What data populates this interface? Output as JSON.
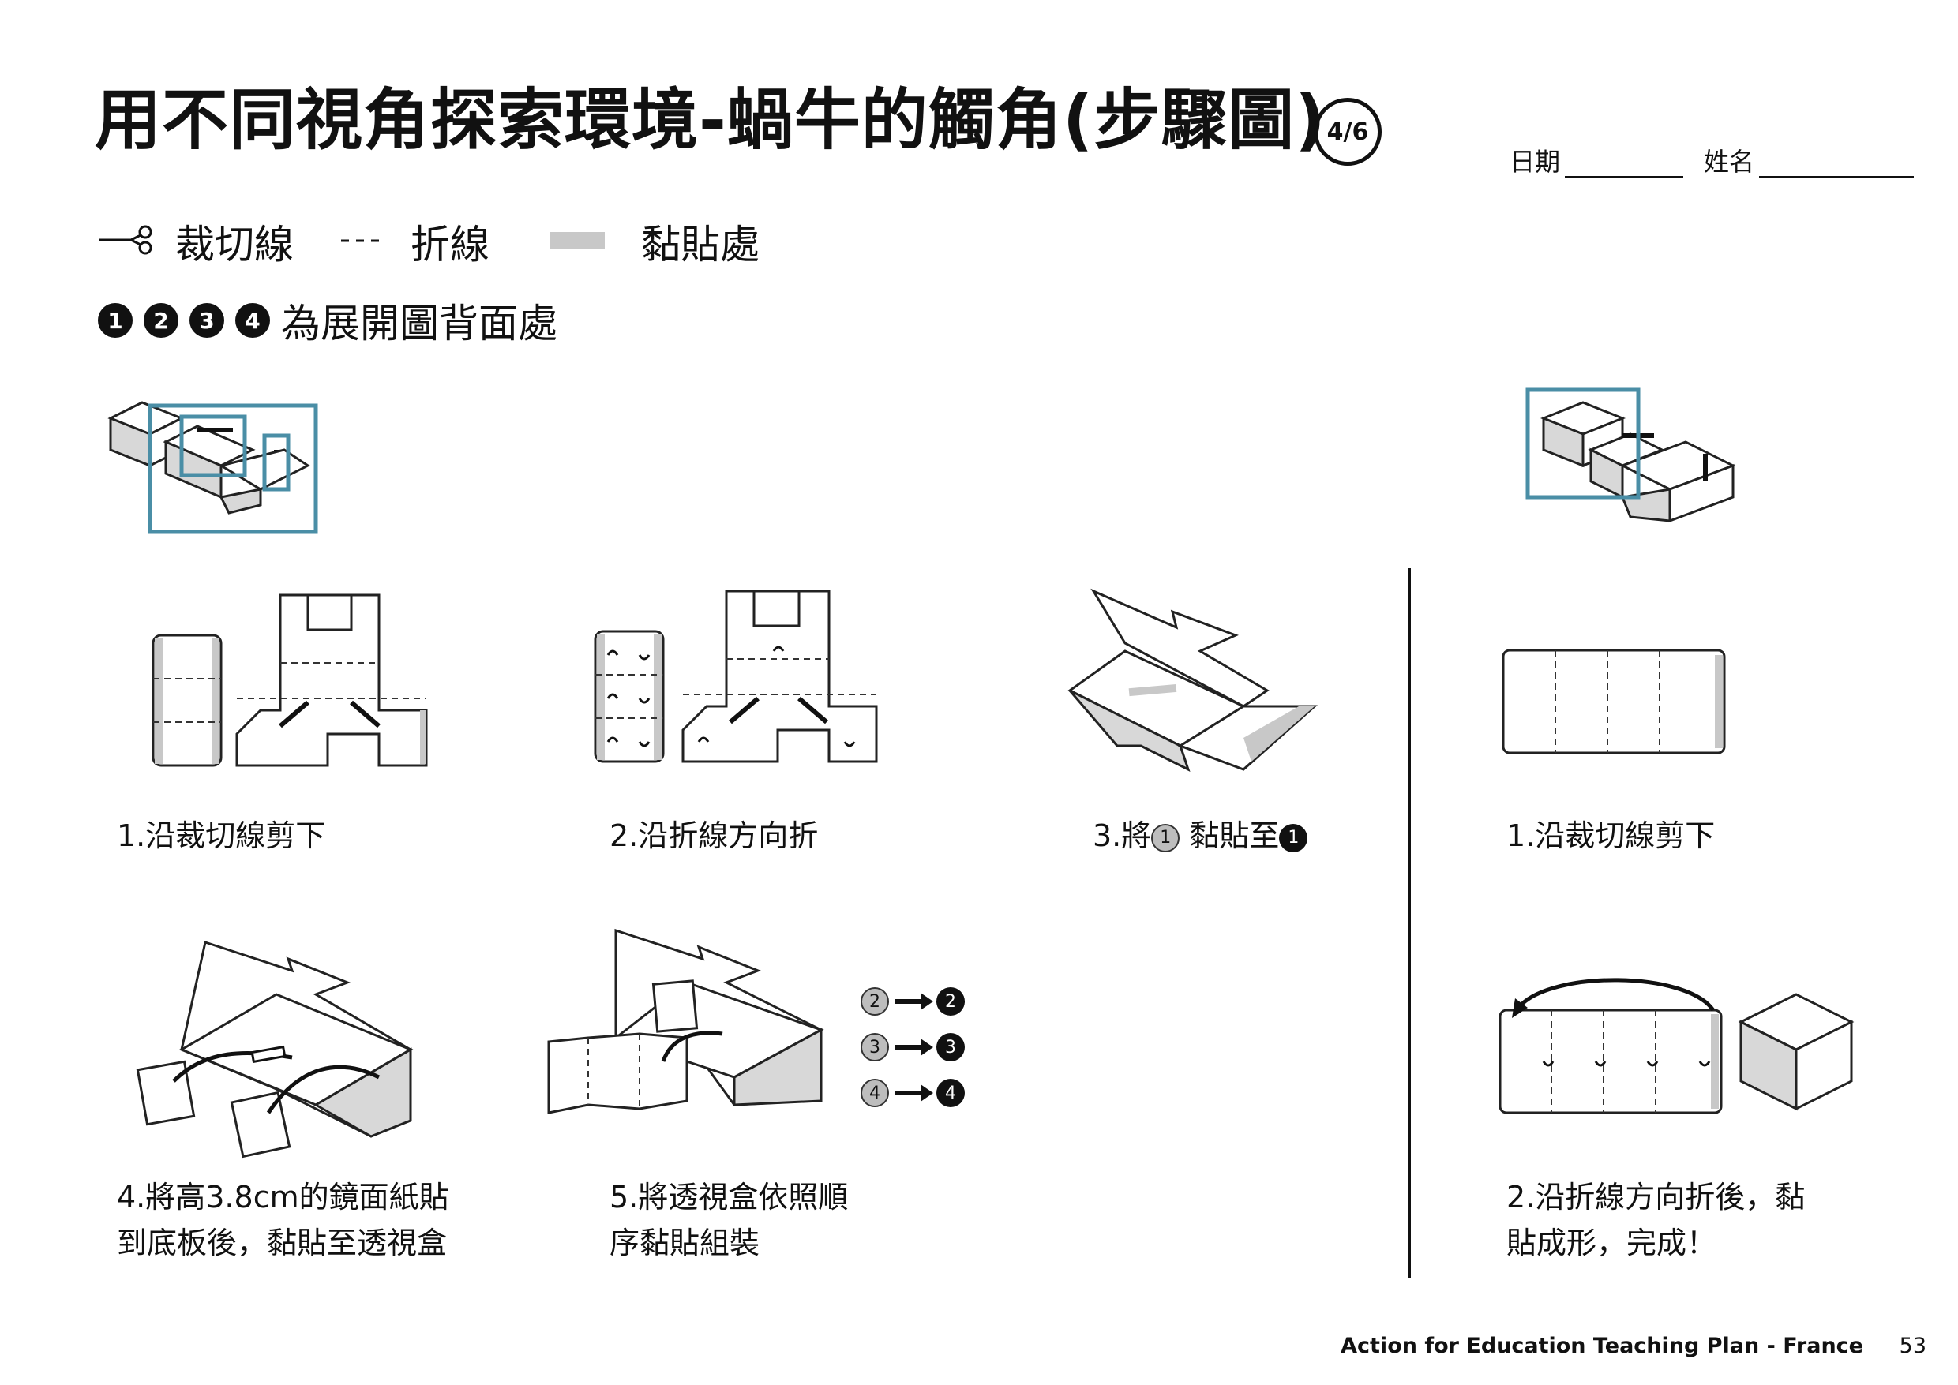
{
  "header": {
    "title": "用不同視角探索環境-蝸牛的觸角(步驟圖)",
    "page_badge": "4/6",
    "date_label": "日期",
    "name_label": "姓名"
  },
  "legend": {
    "cut_label": "裁切線",
    "fold_label": "折線",
    "glue_label": "黏貼處",
    "back_numbers": [
      "1",
      "2",
      "3",
      "4"
    ],
    "back_note": "為展開圖背面處"
  },
  "steps_left": [
    {
      "label": "1.沿裁切線剪下"
    },
    {
      "label": "2.沿折線方向折"
    },
    {
      "label_pre": "3.將",
      "from": "1",
      "mid": "黏貼至",
      "to": "1"
    },
    {
      "line1": "4.將高3.8cm的鏡面紙貼",
      "line2": "到底板後，黏貼至透視盒"
    },
    {
      "line1": "5.將透視盒依照順",
      "line2": "序黏貼組裝"
    }
  ],
  "sequence": [
    {
      "from": "2",
      "to": "2"
    },
    {
      "from": "3",
      "to": "3"
    },
    {
      "from": "4",
      "to": "4"
    }
  ],
  "steps_right": [
    {
      "label": "1.沿裁切線剪下"
    },
    {
      "line1": "2.沿折線方向折後，黏",
      "line2": "貼成形，完成！"
    }
  ],
  "footer": {
    "text": "Action for Education Teaching Plan -  France",
    "page_number": "53"
  },
  "colors": {
    "highlight_box": "#4a8ea6",
    "glue_area": "#c8c8c8"
  }
}
